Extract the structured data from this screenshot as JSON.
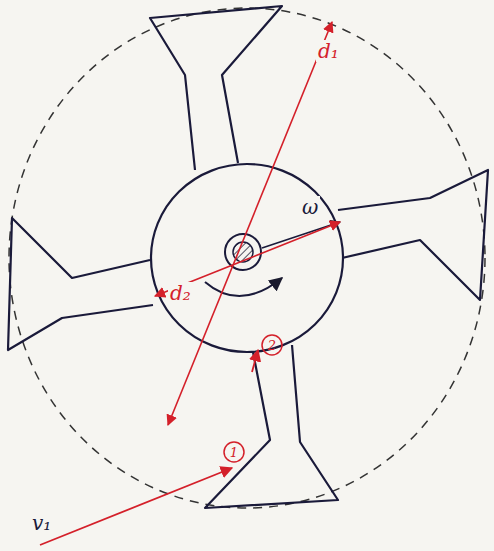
{
  "diagram": {
    "labels": [
      "d₁",
      "d₂",
      "ω",
      "1",
      "2",
      "v₁"
    ]
  }
}
